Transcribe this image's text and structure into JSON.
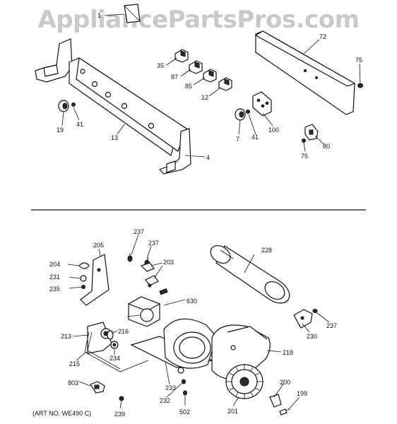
{
  "watermark": "AppliancePartsPros.com",
  "art_no": "(ART NO. WE490 C)",
  "labels": {
    "p1": "1",
    "p72": "72",
    "p75a": "75",
    "p35": "35",
    "p87": "87",
    "p85": "85",
    "p12": "12",
    "p100": "100",
    "p7": "7",
    "p41a": "41",
    "p19": "19",
    "p41b": "41",
    "p13": "13",
    "p4": "4",
    "p80": "80",
    "p75b": "75",
    "p237a": "237",
    "p205": "205",
    "p237b": "237",
    "p228": "228",
    "p204": "204",
    "p203": "203",
    "p231": "231",
    "p235": "235",
    "p630": "630",
    "p237c": "237",
    "p230": "230",
    "p213": "213",
    "p216": "216",
    "p218": "218",
    "p215": "215",
    "p234": "234",
    "p233": "233",
    "p803": "803",
    "p232": "232",
    "p200": "200",
    "p199": "199",
    "p201": "201",
    "p502": "502",
    "p239": "239"
  }
}
